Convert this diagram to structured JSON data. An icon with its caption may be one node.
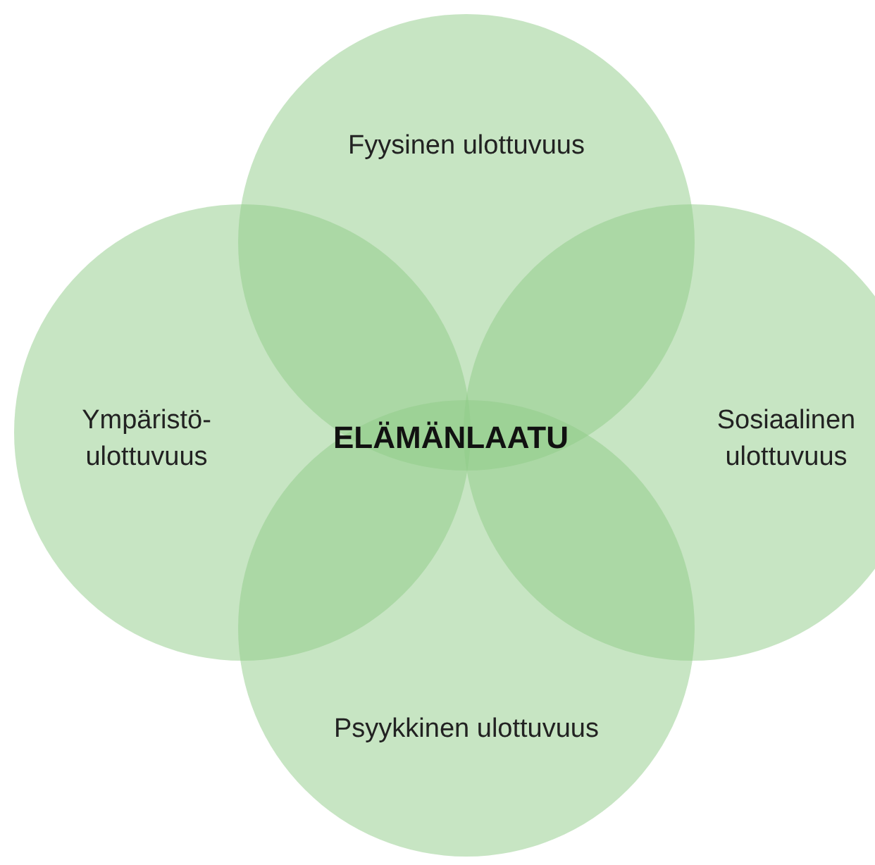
{
  "diagram": {
    "nodes": [
      {
        "text": [
          "Fyysinen ulottuvuus"
        ]
      },
      {
        "text": [
          "Ympäristö- ulottuvuus"
        ]
      },
      {
        "text": [
          "Sosiaalinen ulottuvuus"
        ]
      },
      {
        "text": [
          "Psyykkinen ulottuvuus"
        ]
      }
    ],
    "labels": [
      "ELÄMÄNLAATU"
    ]
  }
}
